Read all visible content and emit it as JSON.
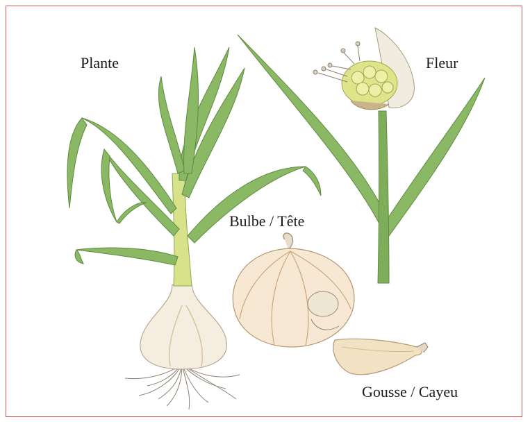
{
  "labels": {
    "plante": "Plante",
    "fleur": "Fleur",
    "bulbe": "Bulbe / Tête",
    "gousse": "Gousse / Cayeu"
  },
  "colors": {
    "frame_border": "#d9534f",
    "leaf_green": "#7fae5a",
    "leaf_light": "#c9dc6a",
    "bulb_white": "#f4ede0",
    "bulb_shadow": "#d9c39a",
    "root": "#8a7f70"
  }
}
